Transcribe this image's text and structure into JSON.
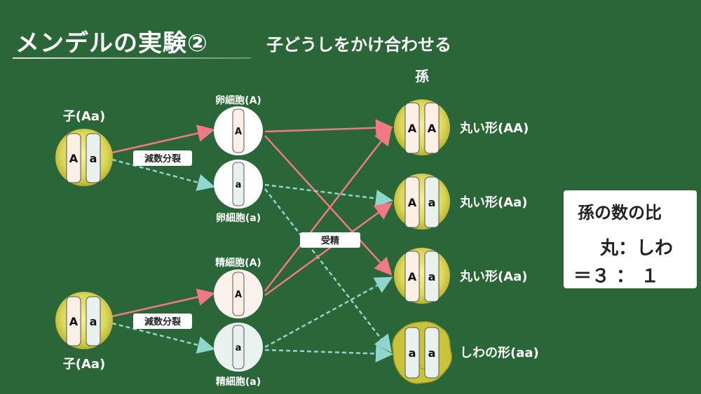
{
  "title": "メンデルの実験②",
  "subtitle": "子どうしをかけ合わせる",
  "parents": [
    {
      "label": "子(Aa)",
      "genes": [
        "A",
        "a"
      ]
    },
    {
      "label": "子(Aa)",
      "genes": [
        "A",
        "a"
      ]
    }
  ],
  "process_labels": {
    "meiosis_top": "減数分裂",
    "meiosis_bottom": "減数分裂",
    "fertilization": "受精"
  },
  "gametes": [
    {
      "label": "卵細胞(A)",
      "gene": "A"
    },
    {
      "label": "卵細胞(a)",
      "gene": "a"
    },
    {
      "label": "精細胞(A)",
      "gene": "A"
    },
    {
      "label": "精細胞(a)",
      "gene": "a"
    }
  ],
  "grandchildren_header": "孫",
  "grandchildren": [
    {
      "label": "丸い形(AA)",
      "genes": [
        "A",
        "A"
      ],
      "shape": "round"
    },
    {
      "label": "丸い形(Aa)",
      "genes": [
        "A",
        "a"
      ],
      "shape": "round"
    },
    {
      "label": "丸い形(Aa)",
      "genes": [
        "A",
        "a"
      ],
      "shape": "round"
    },
    {
      "label": "しわの形(aa)",
      "genes": [
        "a",
        "a"
      ],
      "shape": "wrinkled"
    }
  ],
  "ratio": {
    "title": "孫の数の比",
    "row1": "丸：しわ",
    "row2": "＝３ ： １"
  },
  "colors": {
    "background": "#2a6637",
    "seed": "#d8d552",
    "dominant_gene": "#fcefe6",
    "recessive_gene": "#e8f1ee",
    "dominant_arrow": "#f07a84",
    "recessive_arrow": "#8fd6cf"
  }
}
